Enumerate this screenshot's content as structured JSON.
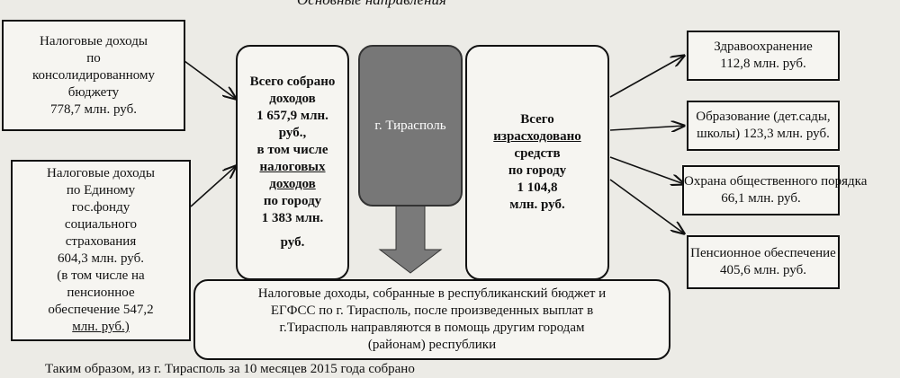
{
  "title": "Основные направления",
  "left": [
    {
      "lines": [
        "Налоговые доходы",
        "по",
        "консолидированному",
        "бюджету",
        "778,7 млн. руб."
      ]
    },
    {
      "lines": [
        "Налоговые доходы",
        "по Единому",
        "гос.фонду",
        "социального",
        "страхования",
        "604,3 млн. руб.",
        "(в том числе на",
        "пенсионное",
        "обеспечение 547,2",
        "млн. руб.)"
      ]
    }
  ],
  "collected": {
    "l1": "Всего собрано",
    "l2": "доходов",
    "l3": "1 657,9 млн.",
    "l4": "руб.,",
    "l5": "в том числе",
    "l6": "налоговых",
    "l7": "доходов",
    "l8": "по городу",
    "l9": "1 383 млн.",
    "l10": "руб."
  },
  "city": "г. Тирасполь",
  "spent": {
    "l1": "Всего",
    "l2": "израсходовано",
    "l3": "средств",
    "l4": "по городу",
    "l5": "1 104,8",
    "l6": "млн. руб."
  },
  "right": [
    {
      "l1": "Здравоохранение",
      "l2": "112,8 млн. руб."
    },
    {
      "l1": "Образование (дет.сады,",
      "l2": "школы) 123,3 млн. руб."
    },
    {
      "l1": "Охрана общественного порядка",
      "l2": "66,1 млн. руб."
    },
    {
      "l1": "Пенсионное обеспечение",
      "l2": "405,6 млн. руб."
    }
  ],
  "bottom": [
    "Налоговые доходы, собранные в республиканский бюджет и",
    "ЕГФСС по г. Тирасполь, после произведенных выплат в",
    "г.Тирасполь направляются в помощь другим городам",
    "(районам) республики"
  ],
  "footer": "Таким образом, из г. Тирасполь за 10 месяцев 2015 года собрано"
}
